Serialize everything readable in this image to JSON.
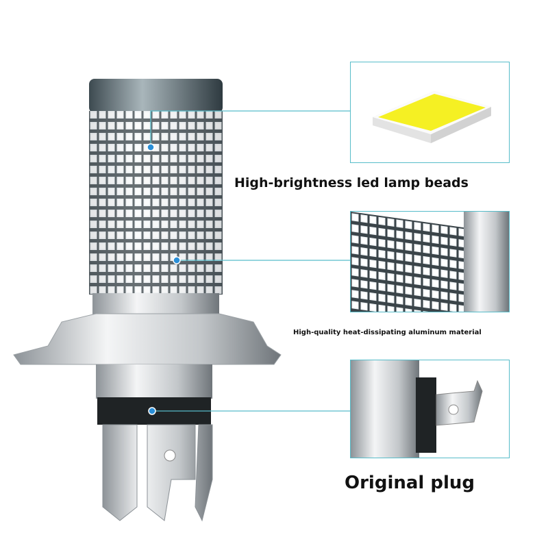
{
  "callouts": [
    {
      "label": "High-brightness led lamp beads",
      "icon": "led-chip"
    },
    {
      "label": "High-quality heat-dissipating aluminum material",
      "icon": "led-closeup"
    },
    {
      "label": "Original plug",
      "icon": "plug-closeup"
    }
  ],
  "colors": {
    "accent": "#56bcc9",
    "led": "#f5f023",
    "text": "#111111"
  }
}
